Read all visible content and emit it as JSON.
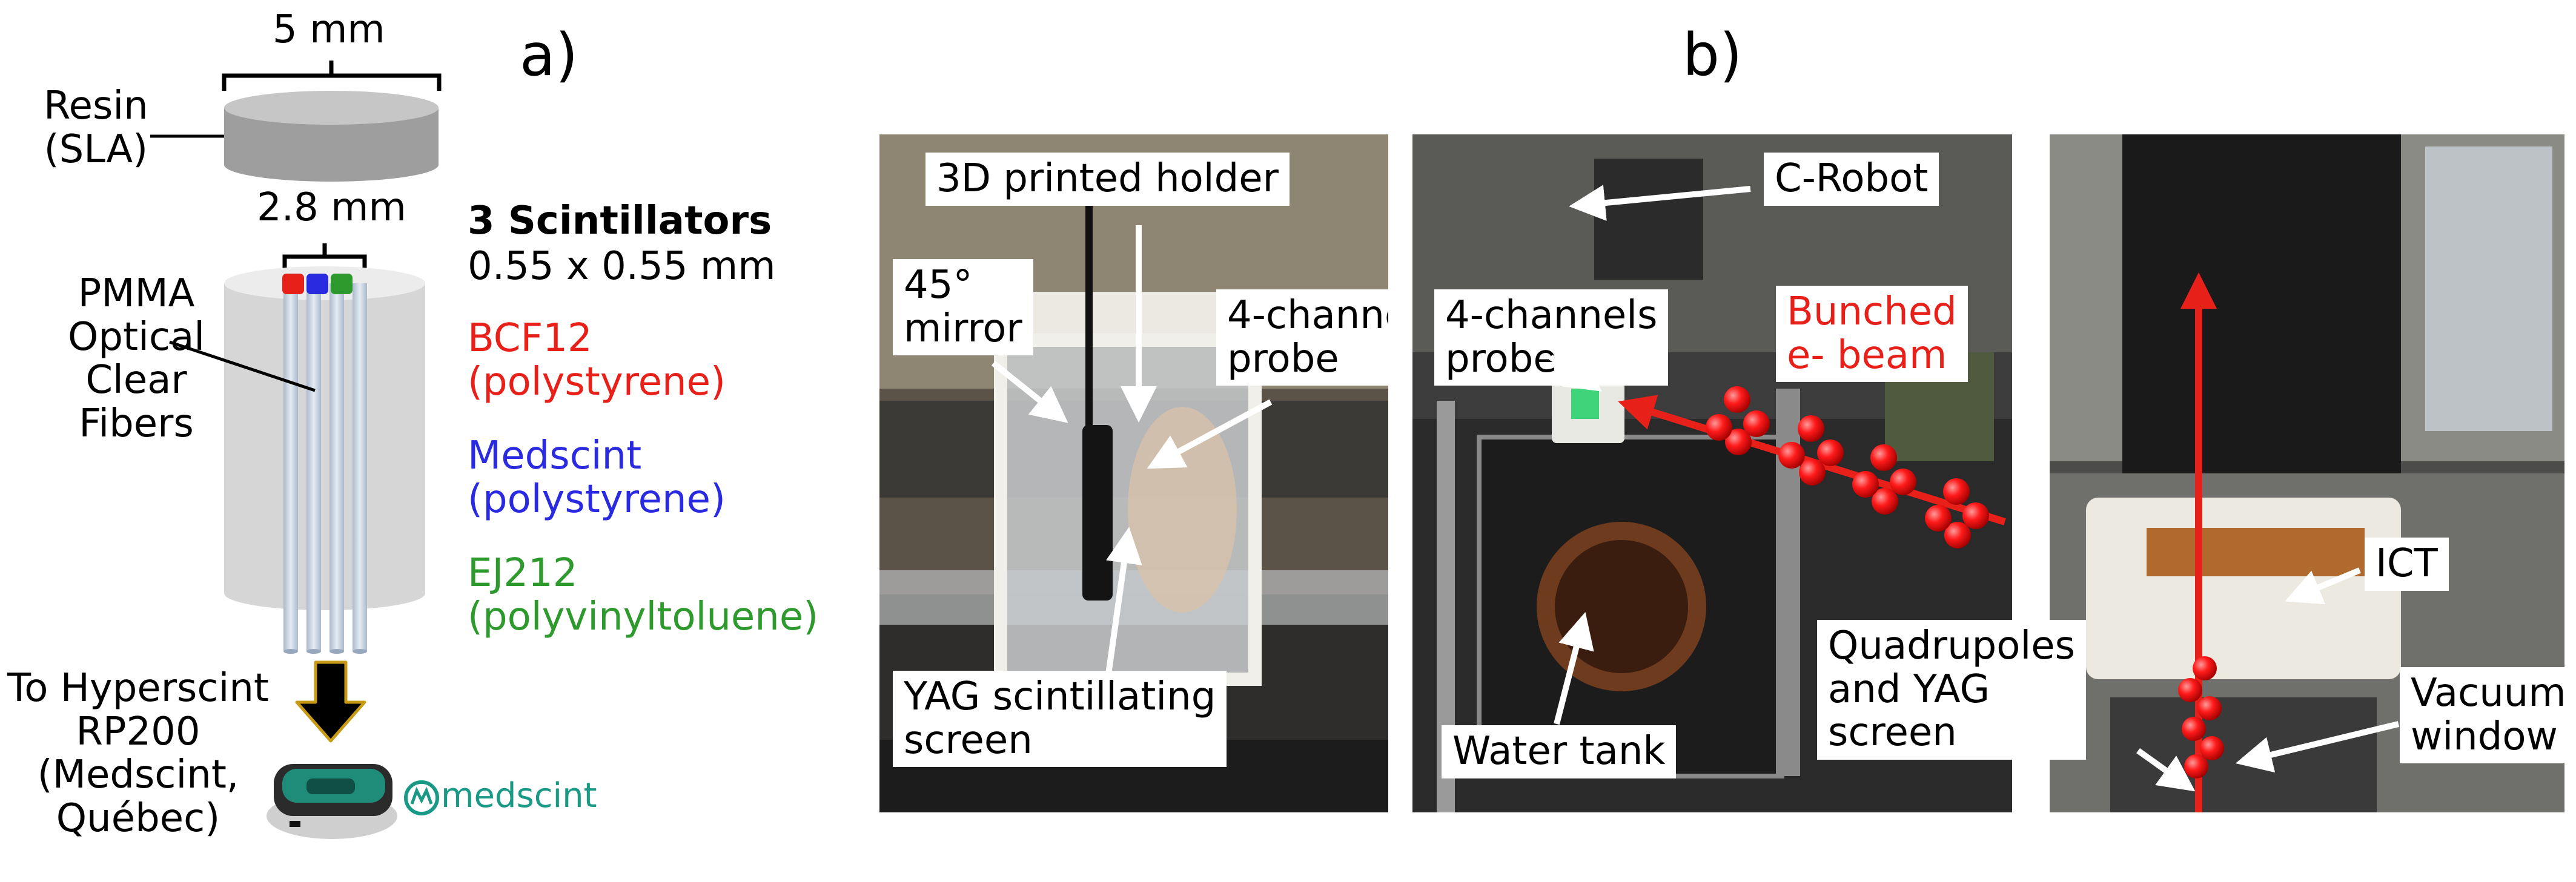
{
  "panel_a": {
    "letter": "a)",
    "dimension_5mm": "5 mm",
    "resin_label": [
      "Resin",
      "(SLA)"
    ],
    "dimension_28mm": "2.8 mm",
    "pmma_label": [
      "PMMA",
      "Optical",
      "Clear",
      "Fibers"
    ],
    "scintillators_title": "3 Scintillators",
    "scintillators_size": "0.55 x 0.55 mm",
    "bcf12": [
      "BCF12",
      "(polystyrene)"
    ],
    "medscint_fiber": [
      "Medscint",
      "(polystyrene)"
    ],
    "ej212": [
      "EJ212",
      "(polyvinyltoluene)"
    ],
    "readout_label": [
      "To Hyperscint",
      "RP200",
      "(Medscint,",
      "Québec)"
    ],
    "logo_text": "medscint",
    "colors": {
      "resin": "#a3a3a3",
      "pmma": "#d9d9d9",
      "bcf12": "#e8201a",
      "medscint": "#2a2ae0",
      "ej212": "#2e9a2e",
      "arrow_border": "#c89a16",
      "logo": "#1a9a86"
    }
  },
  "panel_b": {
    "letter": "b)",
    "photo1": {
      "holder": "3D printed holder",
      "mirror": [
        "45°",
        "mirror"
      ],
      "probe": [
        "4-channels",
        "probe"
      ],
      "screen": [
        "YAG scintillating",
        "screen"
      ]
    },
    "photo2": {
      "robot": "C-Robot",
      "beam": [
        "Bunched",
        "e- beam"
      ],
      "tank": "Water tank"
    },
    "photo3": {
      "ict": "ICT",
      "quads": [
        "Quadrupoles",
        "and YAG",
        "screen"
      ],
      "window": [
        "Vacuum",
        "window"
      ]
    },
    "colors": {
      "beam": "#e8201a",
      "bunch": "#ff1a1a"
    }
  }
}
